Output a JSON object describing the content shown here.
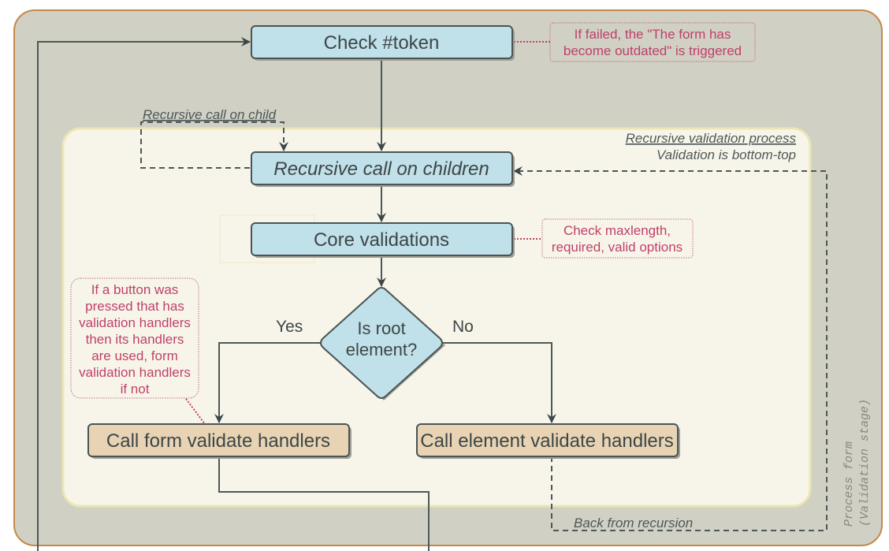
{
  "diagram": {
    "outer_lane": {
      "label_line1": "Process form",
      "label_line2": "(Validation stage)"
    },
    "inner_lane": {
      "title": "Recursive validation process",
      "subtitle": "Validation is bottom-top"
    },
    "nodes": {
      "check_token": "Check #token",
      "recursive_call": "Recursive call on children",
      "core_validations": "Core validations",
      "decision_line1": "Is root",
      "decision_line2": "element?",
      "form_handlers": "Call form validate handlers",
      "element_handlers": "Call element validate handlers"
    },
    "edges": {
      "yes": "Yes",
      "no": "No",
      "recursive_child": "Recursive call on child",
      "back_from_recursion": "Back from recursion"
    },
    "notes": {
      "token": [
        "If failed, the \"The form has",
        "become outdated\" is triggered"
      ],
      "core": [
        "Check maxlength,",
        "required, valid options"
      ],
      "button": [
        "If a button was",
        "pressed that has",
        "validation handlers",
        "then its handlers",
        "are used, form",
        "validation handlers",
        "if not"
      ]
    },
    "colors": {
      "process_fill": "#c0e0ea",
      "handler_fill": "#e8d4b4",
      "note_text": "#c0406a",
      "outer_lane_fill": "#d0d0c4",
      "outer_lane_border": "#c4884a",
      "inner_lane_fill": "#f7f5ea"
    }
  }
}
